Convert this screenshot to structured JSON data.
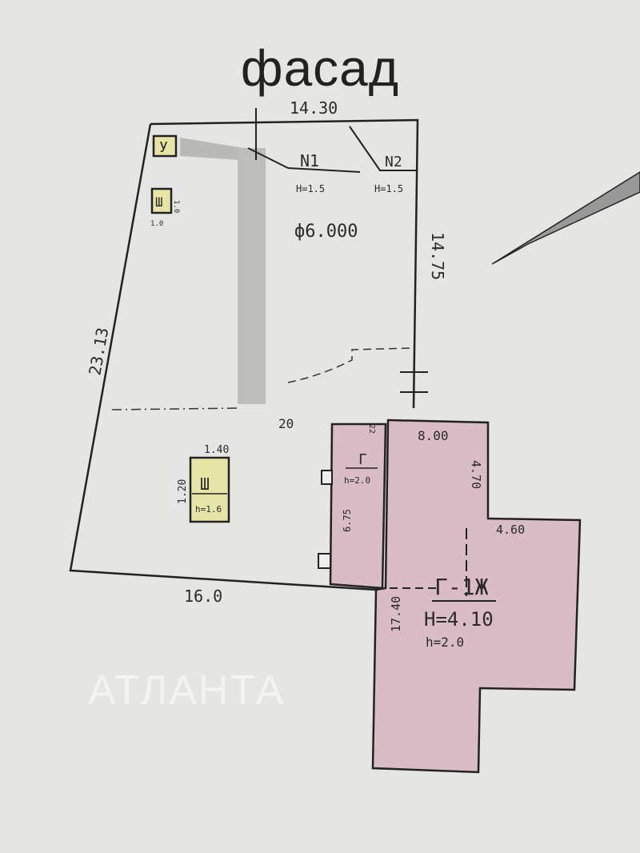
{
  "title": "фасад",
  "watermark": "АТЛАНТА",
  "colors": {
    "background": "#e5e6e3",
    "building_fill": "#d9bcc6",
    "line": "#222222",
    "marker_fill": "#e6e4a6"
  },
  "dimensions": {
    "top": "14.30",
    "right": "14.75",
    "left": "23.13",
    "bottom": "16.0",
    "gate_span": "20",
    "shed_width": "1.40",
    "shed_depth": "1.20",
    "small_box_w": "1.0",
    "small_box_h": "1.0",
    "g_length": "6.75",
    "g_width": "22",
    "main_top": "8.00",
    "main_side": "4.70",
    "main_ext": "4.60",
    "main_length": "17.40"
  },
  "labels": {
    "u_marker": "У",
    "sh_marker_top": "Ш",
    "sh_marker_bottom": "Ш",
    "sh_bottom_height": "h=1.6",
    "n1": "N1",
    "n1_height": "H=1.5",
    "n2": "N2",
    "n2_height": "H=1.5",
    "foundation": "ф6.000",
    "g_building": "Г",
    "g_height": "h=2.0",
    "main_building": "Г-1Ж",
    "main_height": "H=4.10",
    "main_h": "h=2.0"
  }
}
